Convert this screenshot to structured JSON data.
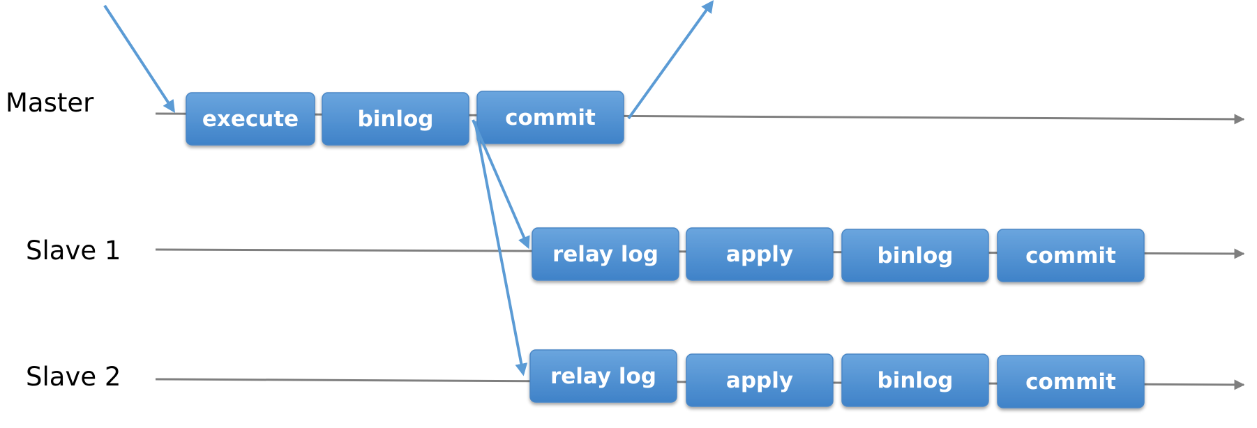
{
  "rows": [
    {
      "id": "master",
      "label": "Master",
      "steps": [
        "execute",
        "binlog",
        "commit"
      ]
    },
    {
      "id": "slave-1",
      "label": "Slave 1",
      "steps": [
        "relay log",
        "apply",
        "binlog",
        "commit"
      ]
    },
    {
      "id": "slave-2",
      "label": "Slave 2",
      "steps": [
        "relay log",
        "apply",
        "binlog",
        "commit"
      ]
    }
  ],
  "colors": {
    "box_top": "#6aa5de",
    "box_bottom": "#3f82c8",
    "box_text": "#ffffff",
    "timeline": "#7f7f7f",
    "flow_arrow": "#5b9bd5",
    "label_text": "#000000"
  }
}
